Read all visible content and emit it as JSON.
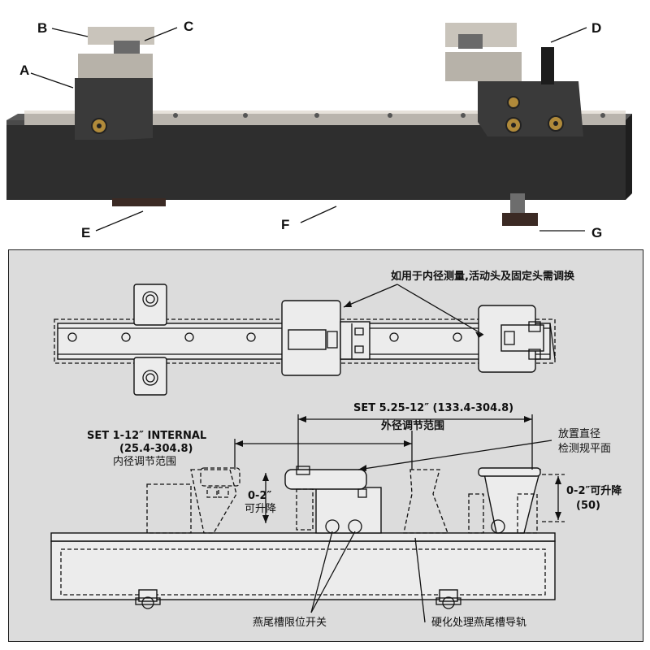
{
  "photo": {
    "callouts": {
      "A": "A",
      "B": "B",
      "C": "C",
      "D": "D",
      "E": "E",
      "F": "F",
      "G": "G"
    }
  },
  "drawing": {
    "top_note": "如用于内径测量,活动头及固定头需调换",
    "set_external": "SET 5.25-12″ (133.4-304.8)",
    "set_external_cn": "外径调节范围",
    "set_internal": "SET 1-12″ INTERNAL",
    "set_internal_mm": "(25.4-304.8)",
    "set_internal_cn": "内径调节范围",
    "gauge_plane_1": "放置直径",
    "gauge_plane_2": "检测规平面",
    "lift_left_1": "0-2″",
    "lift_left_2": "可升降",
    "lift_right_1": "0-2″可升降",
    "lift_right_2": "(50)",
    "dovetail_stop": "燕尾槽限位开关",
    "hardened_rail": "硬化处理燕尾槽导轨"
  }
}
